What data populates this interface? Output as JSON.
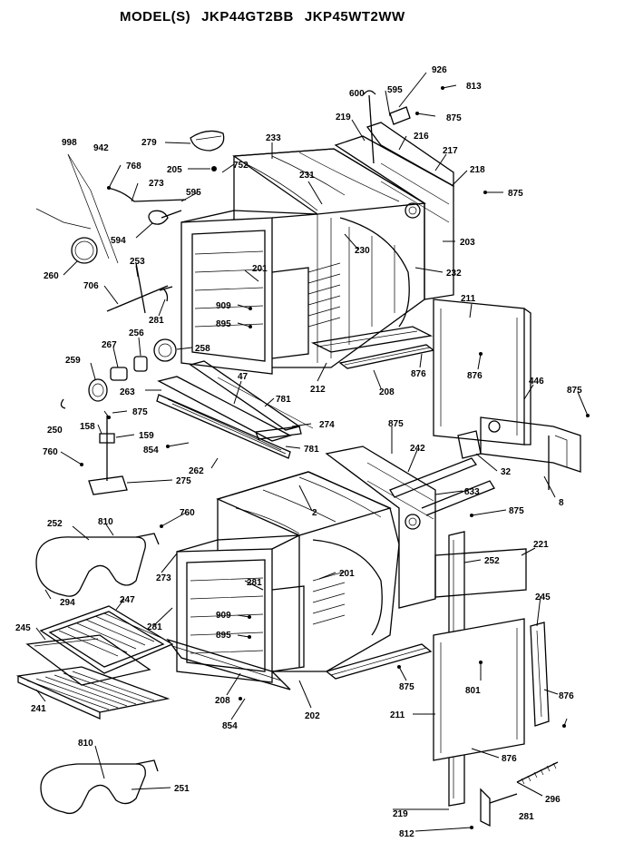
{
  "header": {
    "prefix": "MODEL(S)",
    "models": [
      "JKP44GT2BB",
      "JKP45WT2WW"
    ]
  },
  "callouts": [
    {
      "id": "c-926",
      "text": "926"
    },
    {
      "id": "c-813",
      "text": "813"
    },
    {
      "id": "c-595a",
      "text": "595"
    },
    {
      "id": "c-600",
      "text": "600"
    },
    {
      "id": "c-875a",
      "text": "875"
    },
    {
      "id": "c-219a",
      "text": "219"
    },
    {
      "id": "c-216",
      "text": "216"
    },
    {
      "id": "c-217",
      "text": "217"
    },
    {
      "id": "c-218",
      "text": "218"
    },
    {
      "id": "c-875b",
      "text": "875"
    },
    {
      "id": "c-998",
      "text": "998"
    },
    {
      "id": "c-942",
      "text": "942"
    },
    {
      "id": "c-279",
      "text": "279"
    },
    {
      "id": "c-233",
      "text": "233"
    },
    {
      "id": "c-205",
      "text": "205"
    },
    {
      "id": "c-752",
      "text": "752"
    },
    {
      "id": "c-768",
      "text": "768"
    },
    {
      "id": "c-273a",
      "text": "273"
    },
    {
      "id": "c-231",
      "text": "231"
    },
    {
      "id": "c-595b",
      "text": "595"
    },
    {
      "id": "c-594",
      "text": "594"
    },
    {
      "id": "c-230",
      "text": "230"
    },
    {
      "id": "c-203",
      "text": "203"
    },
    {
      "id": "c-260",
      "text": "260"
    },
    {
      "id": "c-253",
      "text": "253"
    },
    {
      "id": "c-201a",
      "text": "201"
    },
    {
      "id": "c-232",
      "text": "232"
    },
    {
      "id": "c-706",
      "text": "706"
    },
    {
      "id": "c-281a",
      "text": "281"
    },
    {
      "id": "c-909a",
      "text": "909"
    },
    {
      "id": "c-895a",
      "text": "895"
    },
    {
      "id": "c-211a",
      "text": "211"
    },
    {
      "id": "c-256",
      "text": "256"
    },
    {
      "id": "c-267",
      "text": "267"
    },
    {
      "id": "c-258",
      "text": "258"
    },
    {
      "id": "c-876a",
      "text": "876"
    },
    {
      "id": "c-876b",
      "text": "876"
    },
    {
      "id": "c-259",
      "text": "259"
    },
    {
      "id": "c-47",
      "text": "47"
    },
    {
      "id": "c-212",
      "text": "212"
    },
    {
      "id": "c-208a",
      "text": "208"
    },
    {
      "id": "c-446",
      "text": "446"
    },
    {
      "id": "c-875c",
      "text": "875"
    },
    {
      "id": "c-263",
      "text": "263"
    },
    {
      "id": "c-781a",
      "text": "781"
    },
    {
      "id": "c-250",
      "text": "250"
    },
    {
      "id": "c-875d",
      "text": "875"
    },
    {
      "id": "c-274",
      "text": "274"
    },
    {
      "id": "c-875e",
      "text": "875"
    },
    {
      "id": "c-158",
      "text": "158"
    },
    {
      "id": "c-159",
      "text": "159"
    },
    {
      "id": "c-854a",
      "text": "854"
    },
    {
      "id": "c-781b",
      "text": "781"
    },
    {
      "id": "c-242",
      "text": "242"
    },
    {
      "id": "c-760a",
      "text": "760"
    },
    {
      "id": "c-262",
      "text": "262"
    },
    {
      "id": "c-32",
      "text": "32"
    },
    {
      "id": "c-275",
      "text": "275"
    },
    {
      "id": "c-2",
      "text": "2"
    },
    {
      "id": "c-833",
      "text": "833"
    },
    {
      "id": "c-8",
      "text": "8"
    },
    {
      "id": "c-875f",
      "text": "875"
    },
    {
      "id": "c-252a",
      "text": "252"
    },
    {
      "id": "c-810a",
      "text": "810"
    },
    {
      "id": "c-760b",
      "text": "760"
    },
    {
      "id": "c-252b",
      "text": "252"
    },
    {
      "id": "c-221",
      "text": "221"
    },
    {
      "id": "c-273b",
      "text": "273"
    },
    {
      "id": "c-201b",
      "text": "201"
    },
    {
      "id": "c-281b",
      "text": "281"
    },
    {
      "id": "c-294",
      "text": "294"
    },
    {
      "id": "c-247",
      "text": "247"
    },
    {
      "id": "c-245a",
      "text": "245"
    },
    {
      "id": "c-281c",
      "text": "281"
    },
    {
      "id": "c-909b",
      "text": "909"
    },
    {
      "id": "c-245b",
      "text": "245"
    },
    {
      "id": "c-895b",
      "text": "895"
    },
    {
      "id": "c-801",
      "text": "801"
    },
    {
      "id": "c-876c",
      "text": "876"
    },
    {
      "id": "c-208b",
      "text": "208"
    },
    {
      "id": "c-202",
      "text": "202"
    },
    {
      "id": "c-875g",
      "text": "875"
    },
    {
      "id": "c-241",
      "text": "241"
    },
    {
      "id": "c-854b",
      "text": "854"
    },
    {
      "id": "c-211b",
      "text": "211"
    },
    {
      "id": "c-876d",
      "text": "876"
    },
    {
      "id": "c-810b",
      "text": "810"
    },
    {
      "id": "c-251",
      "text": "251"
    },
    {
      "id": "c-296",
      "text": "296"
    },
    {
      "id": "c-219b",
      "text": "219"
    },
    {
      "id": "c-281d",
      "text": "281"
    },
    {
      "id": "c-812",
      "text": "812"
    }
  ]
}
